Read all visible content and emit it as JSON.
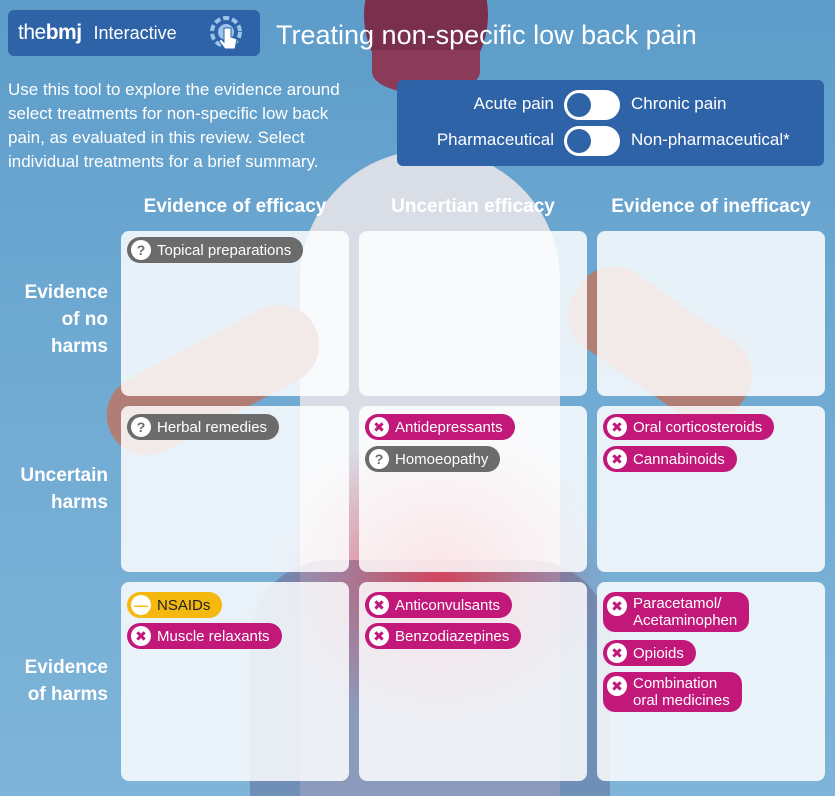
{
  "header": {
    "brand_prefix": "the",
    "brand_name": "bmj",
    "brand_label": "Interactive",
    "title": "Treating non-specific low back pain"
  },
  "intro_text": "Use this tool to explore the evidence around select treatments for non-specific low back pain, as evaluated in this review. Select individual treatments for a brief summary.",
  "filters": {
    "pain": {
      "left": "Acute pain",
      "right": "Chronic pain"
    },
    "type": {
      "left": "Pharmaceutical",
      "right": "Non-pharmaceutical*"
    }
  },
  "columns": [
    "Evidence of efficacy",
    "Uncertian efficacy",
    "Evidence of inefficacy"
  ],
  "rows": [
    {
      "line1": "Evidence",
      "line2": "of no",
      "line3": "harms"
    },
    {
      "line1": "Uncertain",
      "line2": "harms"
    },
    {
      "line1": "Evidence",
      "line2": "of harms"
    }
  ],
  "cells": {
    "r1c1": [
      {
        "label": "Topical preparations",
        "icon": "question-icon"
      }
    ],
    "r2c1": [
      {
        "label": "Herbal remedies",
        "icon": "question-icon"
      }
    ],
    "r2c2": [
      {
        "label": "Antidepressants",
        "icon": "cross-icon"
      },
      {
        "label": "Homoeopathy",
        "icon": "question-icon"
      }
    ],
    "r2c3": [
      {
        "label": "Oral corticosteroids",
        "icon": "cross-icon"
      },
      {
        "label": "Cannabinoids",
        "icon": "cross-icon"
      }
    ],
    "r3c1": [
      {
        "label": "NSAIDs",
        "icon": "minus-icon"
      },
      {
        "label": "Muscle relaxants",
        "icon": "cross-icon"
      }
    ],
    "r3c2": [
      {
        "label": "Anticonvulsants",
        "icon": "cross-icon"
      },
      {
        "label": "Benzodiazepines",
        "icon": "cross-icon"
      }
    ],
    "r3c3": [
      {
        "label_line1": "Paracetamol/",
        "label_line2": "Acetaminophen",
        "icon": "cross-icon"
      },
      {
        "label": "Opioids",
        "icon": "cross-icon"
      },
      {
        "label_line1": "Combination",
        "label_line2": "oral medicines",
        "icon": "cross-icon"
      }
    ]
  },
  "colors": {
    "brand_blue": "#2f63a8",
    "uncertain_grey": "#6b6b6b",
    "harm_magenta": "#c2187a",
    "caution_amber": "#f5b80f"
  }
}
